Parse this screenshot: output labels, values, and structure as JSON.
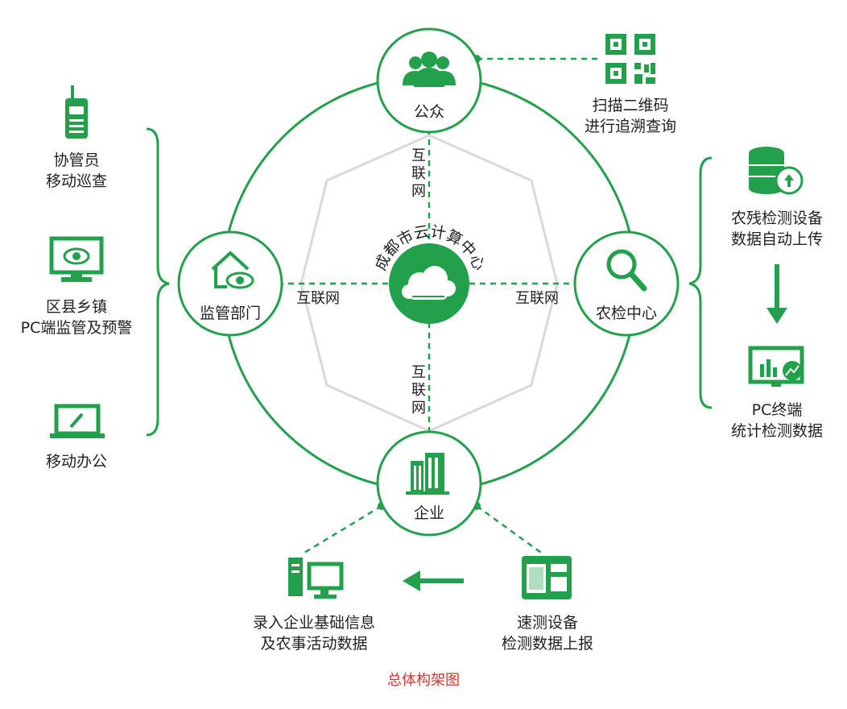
{
  "center": {
    "label": "成都市云计算中心",
    "icon": "cloud-icon"
  },
  "nodes": {
    "public": {
      "label": "公众",
      "icon": "people-icon"
    },
    "regulator": {
      "label": "监管部门",
      "icon": "house-eye-icon"
    },
    "inspection": {
      "label": "农检中心",
      "icon": "magnifier-icon"
    },
    "enterprise": {
      "label": "企业",
      "icon": "building-icon"
    }
  },
  "links": {
    "top": "互联网",
    "left": "互联网",
    "right": "互联网",
    "bottom": "互联网"
  },
  "qr": {
    "icon": "qr-code-icon",
    "lines": [
      "扫描二维码",
      "进行追溯查询"
    ]
  },
  "left_items": [
    {
      "icon": "walkie-talkie-icon",
      "lines": [
        "协管员",
        "移动巡查"
      ]
    },
    {
      "icon": "monitor-eye-icon",
      "lines": [
        "区县乡镇",
        "PC端监管及预警"
      ]
    },
    {
      "icon": "laptop-pen-icon",
      "lines": [
        "移动办公"
      ]
    }
  ],
  "right_items": [
    {
      "icon": "database-cloud-icon",
      "lines": [
        "农残检测设备",
        "数据自动上传"
      ]
    },
    {
      "icon": "dashboard-chart-icon",
      "lines": [
        "PC终端",
        "统计检测数据"
      ]
    }
  ],
  "bottom_items": [
    {
      "icon": "desktop-computer-icon",
      "lines": [
        "录入企业基础信息",
        "及农事活动数据"
      ]
    },
    {
      "icon": "test-device-icon",
      "lines": [
        "速测设备",
        "检测数据上报"
      ]
    }
  ],
  "caption": "总体构架图",
  "colors": {
    "accent": "#22a04b",
    "octagon": "#d9d9d9",
    "caption": "#d9342b"
  }
}
